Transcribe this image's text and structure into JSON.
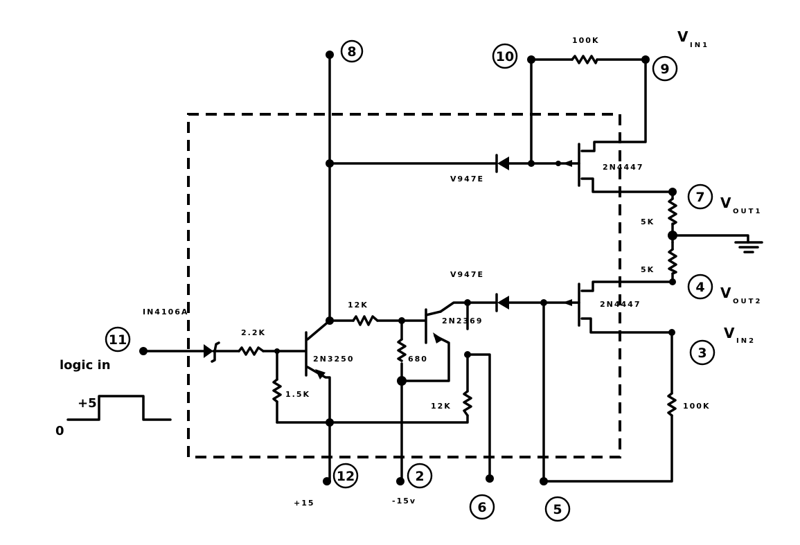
{
  "diagram": {
    "type": "circuit-schematic",
    "pins": [
      {
        "id": "pin-8",
        "label": "8"
      },
      {
        "id": "pin-10",
        "label": "10"
      },
      {
        "id": "pin-9",
        "label": "9"
      },
      {
        "id": "pin-7",
        "label": "7"
      },
      {
        "id": "pin-4",
        "label": "4"
      },
      {
        "id": "pin-3",
        "label": "3"
      },
      {
        "id": "pin-11",
        "label": "11"
      },
      {
        "id": "pin-12",
        "label": "12"
      },
      {
        "id": "pin-2",
        "label": "2"
      },
      {
        "id": "pin-6",
        "label": "6"
      },
      {
        "id": "pin-5",
        "label": "5"
      }
    ],
    "signals": {
      "vin1": {
        "main": "V",
        "sub": "IN1"
      },
      "vout1": {
        "main": "V",
        "sub": "OUT1"
      },
      "vout2": {
        "main": "V",
        "sub": "OUT2"
      },
      "vin2": {
        "main": "V",
        "sub": "IN2"
      },
      "logic_in": "logic in",
      "supply_pos": "+15",
      "supply_neg": "-15v"
    },
    "waveform": {
      "high_label": "+5",
      "low_label": "0"
    },
    "components": {
      "r_100k_top": "100K",
      "d_v947e_top": "V947E",
      "q_2n4447_top": "2N4447",
      "r_5k_top": "5K",
      "r_5k_bottom": "5K",
      "d_v947e_bottom": "V947E",
      "q_2n4447_bottom": "2N4447",
      "r_12k_mid": "12K",
      "q_2n2369": "2N2369",
      "d_1n4106a": "IN4106A",
      "r_2_2k": "2.2K",
      "q_2n3250": "2N3250",
      "r_1_5k": "1.5K",
      "r_680": "680",
      "r_12k_low": "12K",
      "r_100k_right": "100K"
    }
  }
}
